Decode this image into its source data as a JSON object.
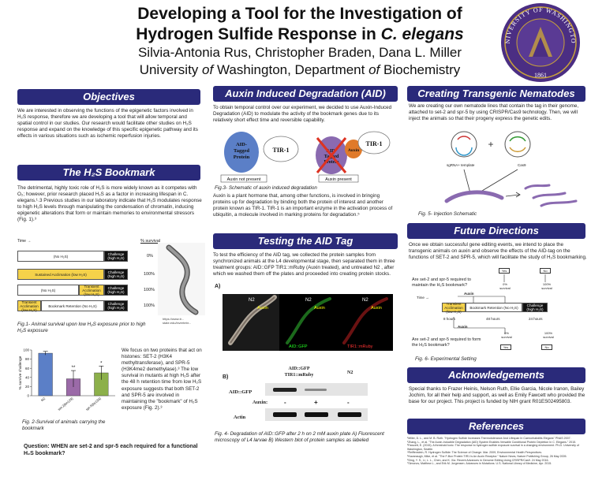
{
  "header": {
    "title_line1": "Developing a Tool for the Investigation of",
    "title_line2_prefix": "Hydrogen Sulfide Response in ",
    "title_line2_italic": "C. elegans",
    "authors": "Silvia-Antonia Rus, Christopher Braden, Dana L. Miller",
    "affil_a": "University ",
    "affil_of1": "of",
    "affil_b": " Washington, Department ",
    "affil_of2": "of",
    "affil_c": " Biochemistry",
    "seal_text": "UNIVERSITY OF WASHINGTON",
    "seal_year": "1861"
  },
  "sections": {
    "objectives": "Objectives",
    "h2s": "The H₂S Bookmark",
    "aid": "Auxin Induced Degradation (AID)",
    "testing": "Testing the AID Tag",
    "transgenic": "Creating Transgenic Nematodes",
    "future": "Future Directions",
    "ack": "Acknowledgements",
    "refs": "References"
  },
  "objectives_text": "We are interested in observing the functions of the epigenetic factors involved in H₂S response, therefore we are developing a tool that will allow temporal and spatial control in our studies. Our research would facilitate other studies on H₂S response and expand on the knowledge of this specific epigenetic pathway and its effects in various situations such as ischemic reperfusion injuries.",
  "h2s_text": "The detrimental, highly toxic role of H₂S is more widely known as it competes with O₂; however, prior research placed H₂S as a factor in increasing lifespan in C. elegans.¹˒3 Previous studies in our laboratory indicate that H₂S modulates response to high H₂S levels through manipulating the condensation of chromatin, inducing epigenetic alterations that form or maintain memories to environmental stressors (Fig. 1).³",
  "fig1": {
    "time_label": "Time →",
    "survival_label": "% survival",
    "rows": [
      {
        "left": "(No H₂S)",
        "right": "Challenge (high H₂S)",
        "pct": "0%"
      },
      {
        "left": "Sustained Acclimation (low H₂S)",
        "right": "Challenge (high H₂S)",
        "pct": "100%"
      },
      {
        "left": "(No H₂S)",
        "mid": "Transient Acclimation (low H₂S)",
        "right": "Challenge (high H₂S)",
        "pct": "100%"
      },
      {
        "left": "Transient Acclimation (low H₂S)",
        "mid": "Bookmark Retention (No H₂S)",
        "right": "Challenge (high H₂S)",
        "pct": "100%"
      }
    ],
    "caption": "Fig.1- Animal survival upon low H₂S exposure prior to high H₂S exposure",
    "worm_credit": "https://www.tr...\nstate.edu/invertebr..."
  },
  "fig2": {
    "ylabel": "% survive challenge",
    "caption": "Fig. 2-Survival of animals carrying the bookmark",
    "sig": [
      "**",
      "*"
    ]
  },
  "chart_data": {
    "type": "bar",
    "categories": [
      "N2",
      "set-2(bn129)",
      "spr-5(by134)"
    ],
    "values": [
      93,
      37,
      50
    ],
    "errors": [
      4,
      18,
      15
    ],
    "ylabel": "% survive challenge",
    "ylim": [
      0,
      100
    ],
    "yticks": [
      0,
      20,
      40,
      60,
      80,
      100
    ],
    "colors": [
      "#5b7fc7",
      "#9b6aa8",
      "#8cb04a"
    ]
  },
  "h2s_text2": "We focus on two proteins that act on histones: SET-2 (H3K4 methyltransferase), and SPR-5 (H3K4me2 demethylase).³ The low survival in mutants at high H₂S after the 48 h retention time from low H₂S exposure suggests that both SET-2 and SPR-5 are involved in maintaining the \"bookmark\" of H₂S exposure (Fig. 2).³",
  "question": "Question: WHEN are set-2 and spr-5 each required for a functional H₂S bookmark?",
  "aid_text": "To obtain temporal control over our experiment, we decided to use Auxin-Induced Degradation (AID) to modulate the activity of the bookmark genes due to its relatively short effect time and reversible capability.",
  "fig3": {
    "protein_label": "AID-Tagged Protein",
    "tir1": "TIR-1",
    "auxin": "Auxin",
    "label_left": "Auxin not present",
    "label_right": "Auxin present",
    "caption": "Fig.3- Schematic of auxin induced degradation"
  },
  "aid_text2": "Auxin is a plant hormone that, among other functions, is involved in bringing proteins up for degradation by binding both the protein of interest and another protein known as TIR-1. TIR-1 is an important enzyme in the activation process of ubiquitin, a molecule involved in marking proteins for degradation.⁵",
  "testing_text": "To test the efficiency of the AID tag, we collected the protein samples from synchronized animals at the L4 developmental stage, then separated them in three treatment groups: AID::GFP TIR1::mRuby (Auxin treated), and untreated N2 , after which we washed them off the plates and proceeded into creating protein stocks.",
  "fig4": {
    "label_a": "A)",
    "label_b": "B)",
    "n2": "N2",
    "auxin": "Auxin",
    "aid_gfp": "AID::GFP",
    "tir1_mruby": "TIR1::mRuby",
    "col_title1": "AID::GFP",
    "col_title2": "TIR1::mRuby",
    "col_n2": "N2",
    "row_aidgfp": "AID::GFP",
    "row_auxin": "Auxin:",
    "row_actin": "Actin",
    "signs": [
      "-",
      "+",
      "-"
    ],
    "caption": "Fig. 4- Degradation of AID::GFP after 2 h on 2 mM auxin plate A) Fluorescent microscopy of L4 larvae B) Western blot of protein samples as labeled"
  },
  "transgenic_text": "We are creating our own nematode lines that contain the tag in their genome, attached to set-2 and spr-5 by using CRISPR/Cas9 technology. Then, we will inject the animals so that their progeny express the genetic edits.",
  "fig5": {
    "sgrna": "sgRNA+ template",
    "cas9": "Cas9",
    "plus": "+",
    "caption": "Fig. 5- Injection  Schematic"
  },
  "future_text": "Once we obtain successful gene editing events, we intend to place the transgenic animals on auxin and observe the effects of the AID-tag on the functions of SET-2 and SPR-5, which will facilitate the study of H₂S bookmarking.",
  "fig6": {
    "q1": "Are set-2 and spr-5 required to maintain the H₂S bookmark?",
    "q2": "Are set-2 and spr-5 required to form the H₂S bookmark?",
    "yes": "Yes",
    "no": "No",
    "time": "Time →",
    "t1": "Transient Acclimation (low H₂S)",
    "t2": "Bookmark Retention (No H₂S)",
    "t3": "Challenge (high H₂S)",
    "hours": [
      "8 hours",
      "48 hours",
      "24 hours"
    ],
    "auxin": "Auxin",
    "s0": "0% survival",
    "s100": "100% survival",
    "caption": "Fig. 6- Experimental Setting"
  },
  "ack_text": "Special thanks to Frazer Heinis, Nelson Ruth, Ellie Garcia, Nicole Iranon, Bailey Jochim, for all their help and support, as well as Emily Fawcett who provided the base for our project. This project is funded by NIH grant R01ES02495803.",
  "refs": [
    "¹Miller, D. L., and M. B. Roth. \"Hydrogen Sulfide Increases Thermotolerance And Lifespan In Caenorhabditis Elegans\" PNAS 2007.",
    "²Zhang, L., et al. \"The Auxin-Inducible Degradation (AID) System Enables Versatile Conditional Protein Depletion In C. Elegans.\" 2015.",
    "³Fawcett, E. (2015). A threshold toxic: The response to hydrogen sulfide exposure survival in a changing environment. Ph.D. University of Washington, Seattle.",
    "⁴Reiffenstein, R. Hydrogen Sulfide: The Science of Change. Mar. 2009, Environmental Health Perspectives.",
    "⁵Kavanaugh, Mike, et al. \"The F-Box Protein TIR1 Is An Auxin Receptor.\" Nature News, Nature Publishing Group, 26 May 2005.",
    "⁶Ding, Y. S., Li, L. L., Chen, and K. Xia. Recent Advances in Genome Editing Using CRISPR/Cas9. 24 May 2016.",
    "⁷Simonov, Matthew L., and Erik M. Jorgensen. Advances in Mutations. U.S. National Library of Medicine, Apr. 2015."
  ],
  "colors": {
    "section_bg": "#2a2a7a",
    "bar_yellow": "#f5d24a",
    "gold": "#c8a23a",
    "purple": "#4b2e83"
  }
}
